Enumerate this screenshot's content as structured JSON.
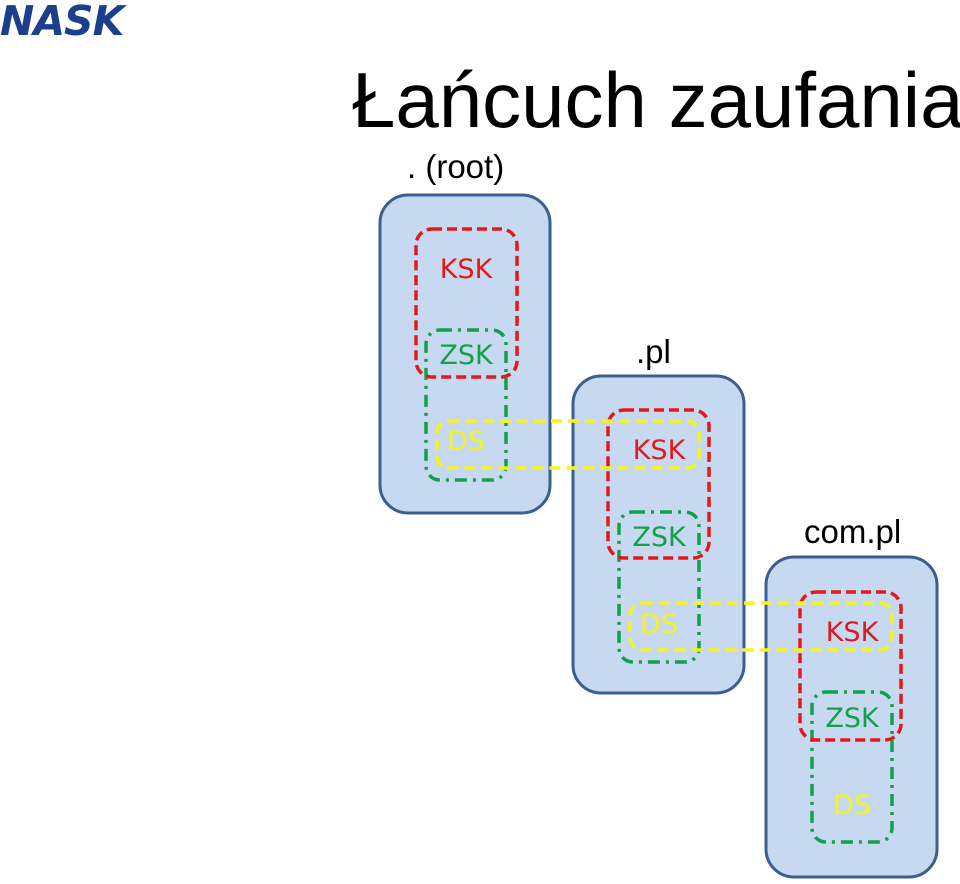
{
  "logo": {
    "text": "NASK",
    "color": "#1b3f8b"
  },
  "title": "Łańcuch zaufania",
  "zones": [
    {
      "label": ". (root)",
      "keys": {
        "ksk": "KSK",
        "zsk": "ZSK",
        "ds": "DS"
      }
    },
    {
      "label": ".pl",
      "keys": {
        "ksk": "KSK",
        "zsk": "ZSK",
        "ds": "DS"
      }
    },
    {
      "label": "com.pl",
      "keys": {
        "ksk": "KSK",
        "zsk": "ZSK",
        "ds": "DS"
      }
    }
  ],
  "colors": {
    "zone_fill": "#c6d9f1",
    "zone_border": "#3b5f8f",
    "ksk": "#e01a1a",
    "zsk": "#12a04a",
    "ds": "#f5f51e"
  }
}
